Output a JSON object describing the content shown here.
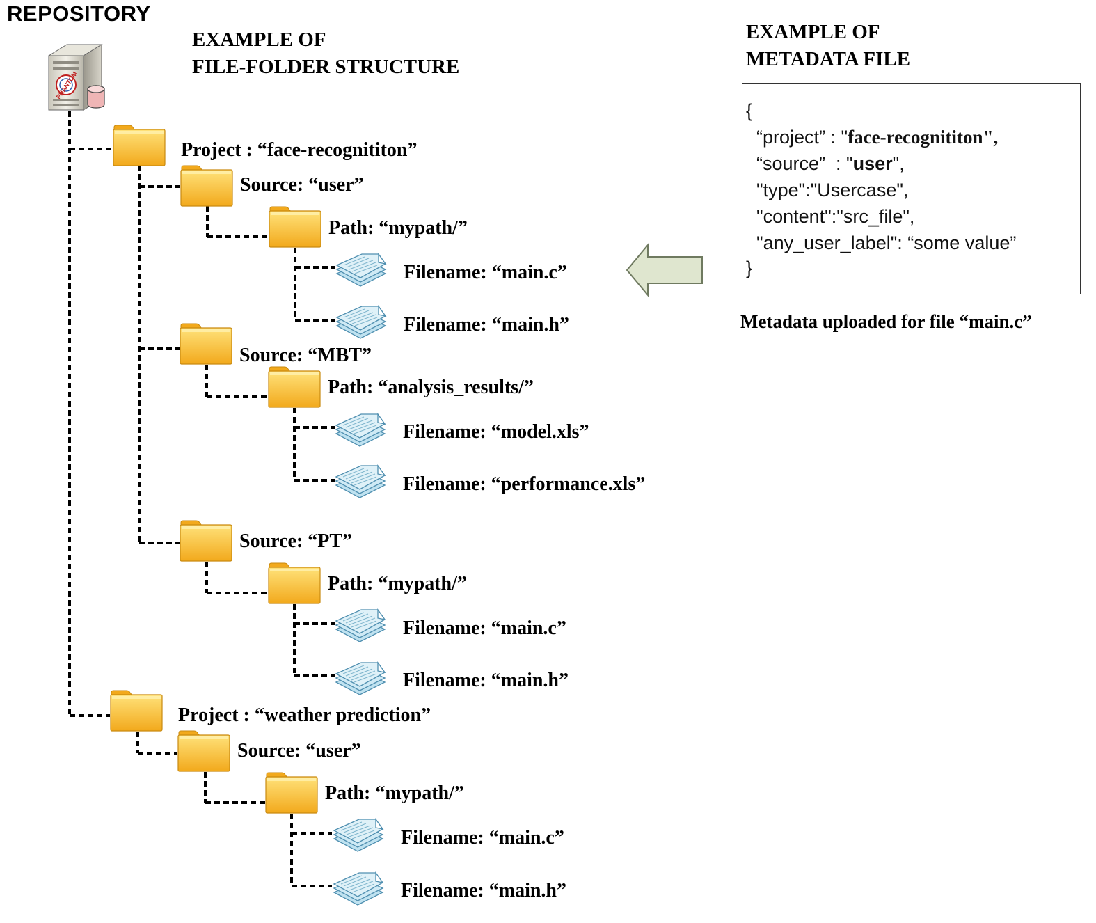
{
  "repository_label": "REPOSITORY",
  "server_logo_text": "PHANTOM",
  "tree_heading": [
    "EXAMPLE OF",
    "FILE-FOLDER STRUCTURE"
  ],
  "metadata_heading": [
    "EXAMPLE OF",
    "METADATA FILE"
  ],
  "tree": {
    "project1": "Project : “face-recognititon”",
    "p1_source_user": "Source: “user”",
    "p1_user_path": "Path: “mypath/”",
    "p1_user_file1": "Filename: “main.c”",
    "p1_user_file2": "Filename: “main.h”",
    "p1_source_mbt": "Source: “MBT”",
    "p1_mbt_path": "Path: “analysis_results/”",
    "p1_mbt_file1": "Filename: “model.xls”",
    "p1_mbt_file2": "Filename: “performance.xls”",
    "p1_source_pt": "Source: “PT”",
    "p1_pt_path": "Path: “mypath/”",
    "p1_pt_file1": "Filename: “main.c”",
    "p1_pt_file2": "Filename: “main.h”",
    "project2": "Project : “weather prediction”",
    "p2_source_user": "Source: “user”",
    "p2_user_path": "Path: “mypath/”",
    "p2_user_file1": "Filename: “main.c”",
    "p2_user_file2": "Filename: “main.h”"
  },
  "metadata_file": {
    "open_brace": "{",
    "project_key": "  “project” : \"",
    "project_value": "face-recognititon",
    "project_end": "\",",
    "source_key": "  “source”  : \"",
    "source_value": "user",
    "source_end": "\",",
    "type_line": "  \"type\":\"Usercase\",",
    "content_line": "  \"content\":\"src_file\",",
    "label_line": "  \"any_user_label\": “some value”",
    "close_brace": "}"
  },
  "metadata_caption": "Metadata uploaded for file “main.c”",
  "colors": {
    "folder_light": "#ffe27a",
    "folder_dark": "#f2a91c",
    "doc_fill": "#dff1f8",
    "doc_stroke": "#4f8fb0",
    "arrow_fill": "#dfe6cf",
    "arrow_stroke": "#6f7a60",
    "connector": "#000000"
  }
}
